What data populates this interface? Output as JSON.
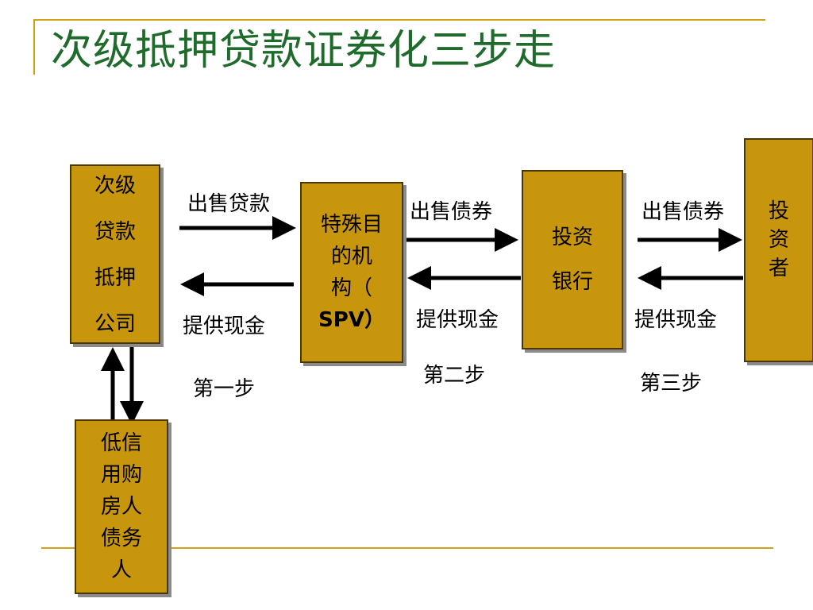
{
  "title": "次级抵押贷款证券化三步走",
  "colors": {
    "title": "#1e6b2c",
    "box_fill": "#c8960c",
    "rule": "#d4a017"
  },
  "boxes": {
    "subprime_company": [
      "次级",
      "贷款",
      "抵押",
      "公司"
    ],
    "spv": [
      "特殊目",
      "的机",
      "构（",
      "SPV）"
    ],
    "investment_bank": [
      "投资",
      "银行"
    ],
    "investors": [
      "投",
      "资",
      "者"
    ],
    "debtors": [
      "低信",
      "用购",
      "房人",
      "债务",
      "人"
    ]
  },
  "flows": {
    "step1_sell": "出售贷款",
    "step1_cash": "提供现金",
    "step2_sell": "出售债券",
    "step2_cash": "提供现金",
    "step3_sell": "出售债券",
    "step3_cash": "提供现金"
  },
  "steps": {
    "one": "第一步",
    "two": "第二步",
    "three": "第三步"
  }
}
